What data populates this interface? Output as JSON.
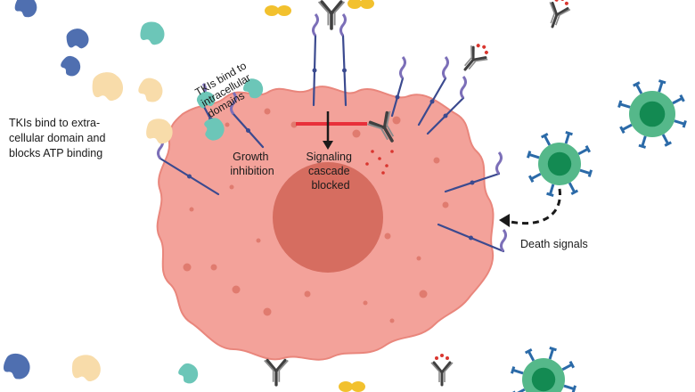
{
  "labels": {
    "tki_intracellular": [
      "TKIs bind to",
      "intracellular",
      "domains"
    ],
    "tki_extracellular": [
      "TKIs bind to extra-",
      "cellular domain and",
      "blocks ATP binding"
    ],
    "growth_inhibition": [
      "Growth",
      "inhibition"
    ],
    "signaling_blocked": [
      "Signaling",
      "cascade",
      "blocked"
    ],
    "death_signals": "Death signals"
  },
  "colors": {
    "cell": "#f3a29a",
    "cell_edge": "#e9867c",
    "nucleus": "#d66d60",
    "receptor": "#3b4a8f",
    "receptor_tip": "#7c6fb8",
    "tki_teal": "#6cc6b8",
    "tki_blue": "#4f6fb0",
    "tki_beige": "#f8dcaa",
    "tki_yellow": "#f2c12e",
    "antibody": "#404040",
    "tcell": "#55b88a",
    "tcell_core": "#138a52",
    "tcell_receptor": "#2b6aa8",
    "block_bar": "#e8303a",
    "dots": "#d9362f"
  }
}
